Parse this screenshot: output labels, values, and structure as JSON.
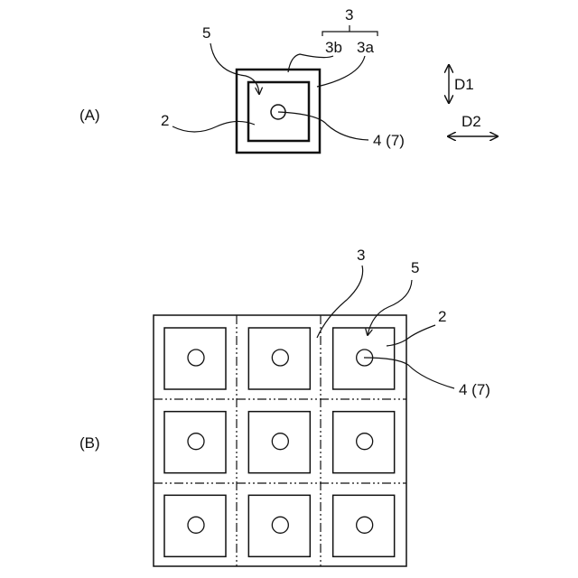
{
  "figure": {
    "panel_a": {
      "label": "(A)",
      "callouts": {
        "ref_3": "3",
        "ref_3b": "3b",
        "ref_3a": "3a",
        "ref_5": "5",
        "ref_2": "2",
        "ref_4_7": "4 (7)"
      },
      "direction_labels": {
        "d1": "D1",
        "d2": "D2"
      }
    },
    "panel_b": {
      "label": "(B)",
      "grid": {
        "rows": 3,
        "cols": 3
      },
      "callouts": {
        "ref_3": "3",
        "ref_5": "5",
        "ref_2": "2",
        "ref_4_7": "4 (7)"
      }
    }
  }
}
